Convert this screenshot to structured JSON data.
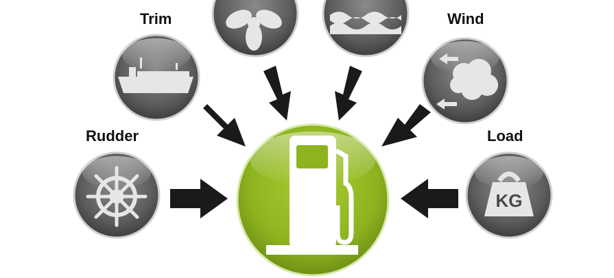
{
  "labels": {
    "trim": "Trim",
    "wind": "Wind",
    "rudder": "Rudder",
    "load": "Load",
    "weight_text": "KG"
  },
  "icons": {
    "trim": "cargo-ship-icon",
    "propeller": "propeller-icon",
    "waves": "waves-icon",
    "wind": "wind-cloud-icon",
    "rudder": "ship-wheel-icon",
    "load": "kettlebell-weight-icon",
    "center": "fuel-pump-icon"
  },
  "colors": {
    "center": "#8db41f",
    "circle": "#5a5a5a",
    "arrow": "#1a1a1a"
  }
}
